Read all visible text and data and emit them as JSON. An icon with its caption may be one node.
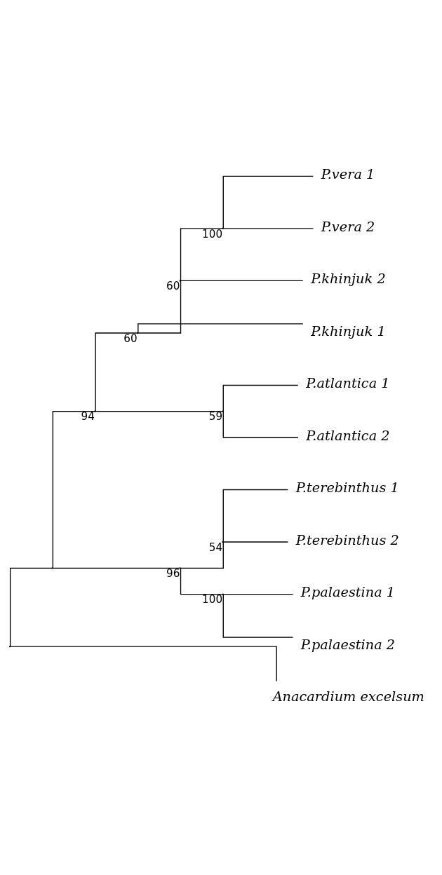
{
  "diagram": {
    "nodes": [
      {
        "text": [],
        "shape": "point"
      },
      {
        "text": [],
        "shape": "point"
      },
      {
        "text": [],
        "shape": "point",
        "beside": [
          "94"
        ]
      },
      {
        "text": [],
        "shape": "point",
        "beside": [
          "60"
        ]
      },
      {
        "text": [],
        "shape": "point",
        "beside": [
          "60"
        ]
      },
      {
        "text": [],
        "shape": "point",
        "beside": [
          "100"
        ]
      },
      {
        "text": [
          "P.vera 1"
        ]
      },
      {
        "text": [
          "P.vera 2"
        ]
      },
      {
        "text": [
          "P.khinjuk 2"
        ]
      },
      {
        "text": [
          "P.khinjuk 1"
        ]
      },
      {
        "text": [],
        "shape": "point",
        "beside": [
          "59"
        ]
      },
      {
        "text": [
          "P.atlantica 1"
        ]
      },
      {
        "text": [
          "P.atlantica 2"
        ]
      },
      {
        "text": [],
        "shape": "point",
        "beside": [
          "96"
        ]
      },
      {
        "text": [],
        "shape": "point",
        "beside": [
          "54"
        ]
      },
      {
        "text": [
          "P.terebinthus 1"
        ]
      },
      {
        "text": [
          "P.terebinthus 2"
        ]
      },
      {
        "text": [],
        "shape": "point",
        "beside": [
          "100"
        ]
      },
      {
        "text": [
          "P.palaestina 1"
        ]
      },
      {
        "text": [
          "P.palaestina 2"
        ]
      },
      {
        "text": [
          "Anacardium excelsum"
        ]
      }
    ],
    "edges": [
      {
        "from": 0,
        "to": 1,
        "arrow": "none"
      },
      {
        "from": 1,
        "to": 2,
        "arrow": "none"
      },
      {
        "from": 2,
        "to": 3,
        "arrow": "none"
      },
      {
        "from": 3,
        "to": 4,
        "arrow": "none"
      },
      {
        "from": 4,
        "to": 5,
        "arrow": "none"
      },
      {
        "from": 5,
        "to": 6,
        "arrow": "none"
      },
      {
        "from": 5,
        "to": 7,
        "arrow": "none"
      },
      {
        "from": 4,
        "to": 8,
        "arrow": "none"
      },
      {
        "from": 3,
        "to": 9,
        "arrow": "none"
      },
      {
        "from": 2,
        "to": 10,
        "arrow": "none"
      },
      {
        "from": 10,
        "to": 11,
        "arrow": "none"
      },
      {
        "from": 10,
        "to": 12,
        "arrow": "none"
      },
      {
        "from": 1,
        "to": 13,
        "arrow": "none"
      },
      {
        "from": 13,
        "to": 14,
        "arrow": "none"
      },
      {
        "from": 14,
        "to": 15,
        "arrow": "none"
      },
      {
        "from": 14,
        "to": 16,
        "arrow": "none"
      },
      {
        "from": 13,
        "to": 17,
        "arrow": "none"
      },
      {
        "from": 17,
        "to": 18,
        "arrow": "none"
      },
      {
        "from": 17,
        "to": 19,
        "arrow": "none"
      },
      {
        "from": 0,
        "to": 20,
        "arrow": "none"
      }
    ]
  }
}
